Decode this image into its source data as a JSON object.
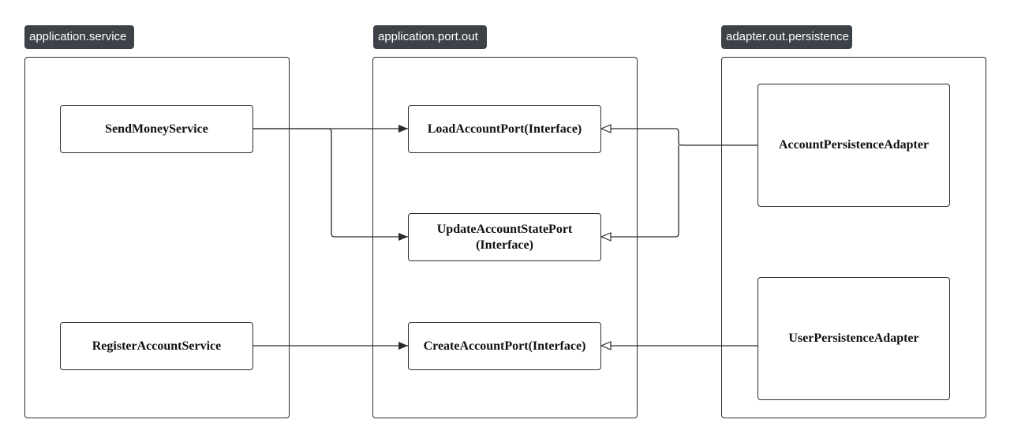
{
  "packages": {
    "service": {
      "label": "application.service"
    },
    "port": {
      "label": "application.port.out"
    },
    "adapter": {
      "label": "adapter.out.persistence"
    }
  },
  "nodes": {
    "send_money_service": "SendMoneyService",
    "register_account_service": "RegisterAccountService",
    "load_account_port": "LoadAccountPort(Interface)",
    "update_account_state_port_line1": "UpdateAccountStatePort",
    "update_account_state_port_line2": "(Interface)",
    "create_account_port": "CreateAccountPort(Interface)",
    "account_persistence_adapter": "AccountPersistenceAdapter",
    "user_persistence_adapter": "UserPersistenceAdapter"
  },
  "edges": [
    {
      "from": "SendMoneyService",
      "to": "LoadAccountPort(Interface)",
      "kind": "dependency"
    },
    {
      "from": "SendMoneyService",
      "to": "UpdateAccountStatePort (Interface)",
      "kind": "dependency"
    },
    {
      "from": "RegisterAccountService",
      "to": "CreateAccountPort(Interface)",
      "kind": "dependency"
    },
    {
      "from": "AccountPersistenceAdapter",
      "to": "LoadAccountPort(Interface)",
      "kind": "realization"
    },
    {
      "from": "AccountPersistenceAdapter",
      "to": "UpdateAccountStatePort (Interface)",
      "kind": "realization"
    },
    {
      "from": "UserPersistenceAdapter",
      "to": "CreateAccountPort(Interface)",
      "kind": "realization"
    }
  ],
  "colors": {
    "tab_background": "#3d4148",
    "tab_text": "#ffffff",
    "line": "#2b2b2b"
  }
}
